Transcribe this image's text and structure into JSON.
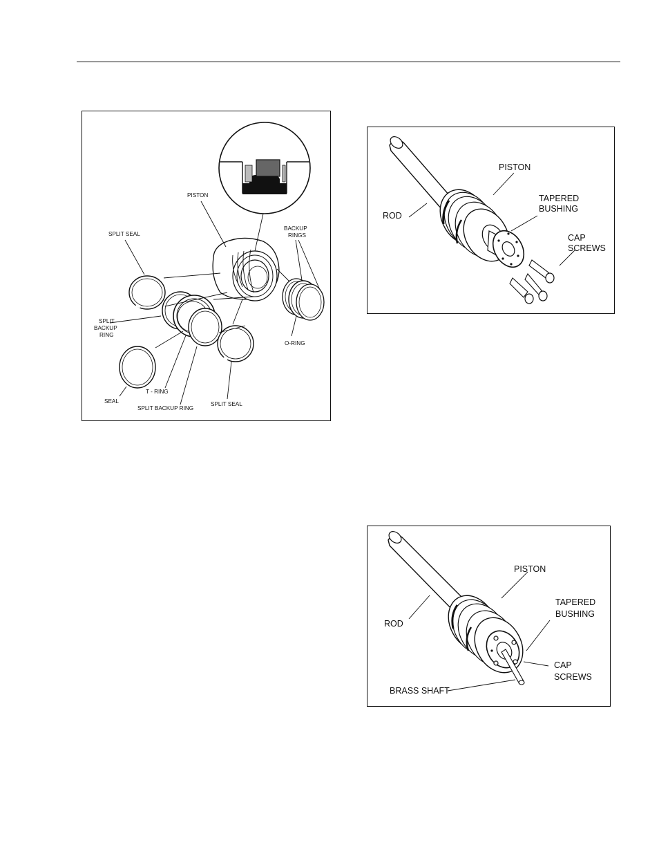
{
  "figure1": {
    "labels": {
      "piston": "PISTON",
      "split_seal_top": "SPLIT SEAL",
      "backup_rings_line1": "BACKUP",
      "backup_rings_line2": "RINGS",
      "split_backup_ring_line1": "SPLIT",
      "split_backup_ring_line2": "BACKUP",
      "split_backup_ring_line3": "RING",
      "o_ring": "O-RING",
      "seal": "SEAL",
      "t_ring": "T - RING",
      "split_backup_ring_bottom": "SPLIT BACKUP RING",
      "split_seal_bottom": "SPLIT SEAL"
    }
  },
  "figure2": {
    "labels": {
      "piston": "PISTON",
      "rod": "ROD",
      "tapered_line1": "TAPERED",
      "tapered_line2": "BUSHING",
      "cap_line1": "CAP",
      "cap_line2": "SCREWS"
    }
  },
  "figure3": {
    "labels": {
      "piston": "PISTON",
      "rod": "ROD",
      "tapered_line1": "TAPERED",
      "tapered_line2": "BUSHING",
      "cap_line1": "CAP",
      "cap_line2": "SCREWS",
      "brass_shaft": "BRASS SHAFT"
    }
  },
  "colors": {
    "ink": "#111111",
    "seal_gray": "#666666",
    "paper": "#ffffff"
  }
}
